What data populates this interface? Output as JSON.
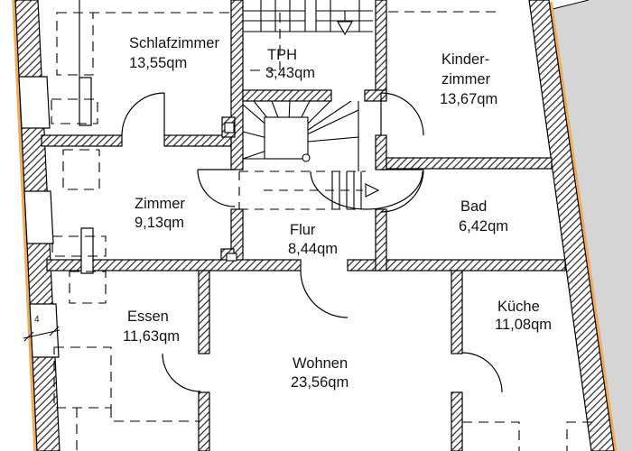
{
  "figure": {
    "type": "floor-plan",
    "language": "de"
  },
  "rooms": [
    {
      "id": "schlafzimmer",
      "name": "Schlafzimmer",
      "area": "13,55qm",
      "lines": [
        "Schlafzimmer",
        "13,55qm"
      ]
    },
    {
      "id": "tph",
      "name": "TPH",
      "area": "3,43qm",
      "lines": [
        "TPH",
        "3,43qm"
      ]
    },
    {
      "id": "kinderzimmer",
      "name": "Kinderzimmer",
      "area": "13,67qm",
      "lines": [
        "Kinder-",
        "zimmer",
        "13,67qm"
      ]
    },
    {
      "id": "zimmer",
      "name": "Zimmer",
      "area": "9,13qm",
      "lines": [
        "Zimmer",
        "9,13qm"
      ]
    },
    {
      "id": "bad",
      "name": "Bad",
      "area": "6,42qm",
      "lines": [
        "Bad",
        "6,42qm"
      ]
    },
    {
      "id": "flur",
      "name": "Flur",
      "area": "8,44qm",
      "lines": [
        "Flur",
        "8,44qm"
      ]
    },
    {
      "id": "essen",
      "name": "Essen",
      "area": "11,63qm",
      "lines": [
        "Essen",
        "11,63qm"
      ]
    },
    {
      "id": "kueche",
      "name": "Küche",
      "area": "11,08qm",
      "lines": [
        "Küche",
        "11,08qm"
      ]
    },
    {
      "id": "wohnen",
      "name": "Wohnen",
      "area": "23,56qm",
      "lines": [
        "Wohnen",
        "23,56qm"
      ]
    }
  ],
  "annotations": {
    "window_dimension": "4"
  },
  "colors": {
    "outside_fill": "#d5d5d5",
    "facade_line": "#eead5e",
    "ink": "#000000"
  }
}
